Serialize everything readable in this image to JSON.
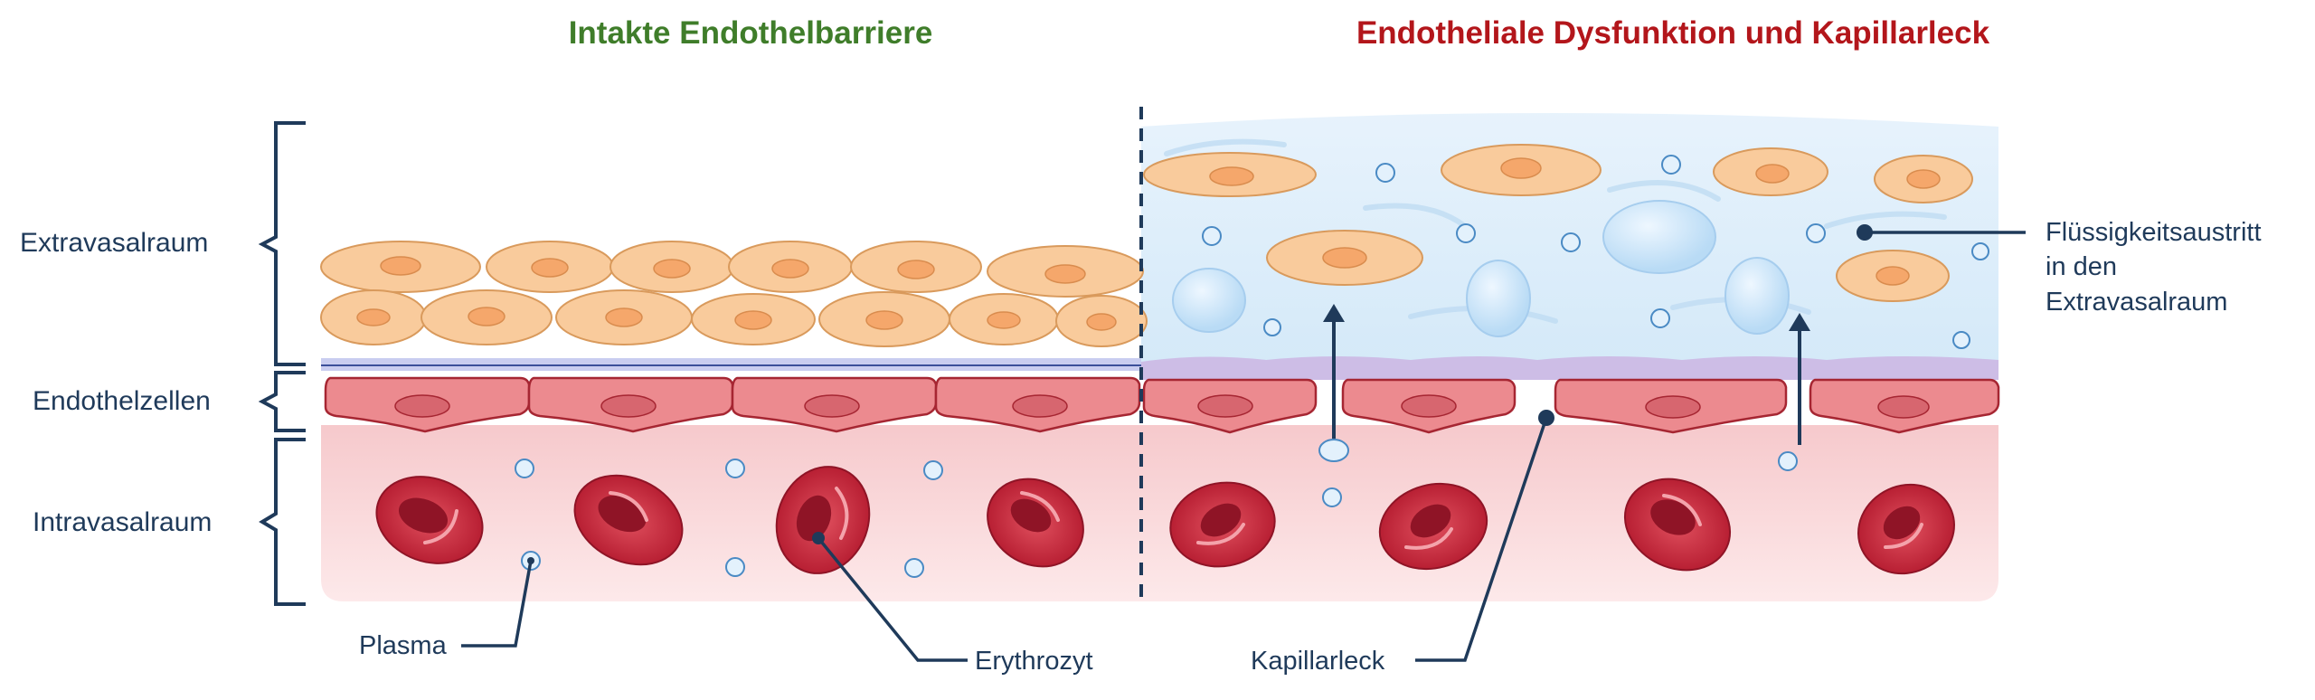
{
  "titles": {
    "left": "Intakte Endothelbarriere",
    "right": "Endotheliale Dysfunktion und Kapillarleck"
  },
  "regions": {
    "extravascular": "Extravasalraum",
    "endothelial": "Endothelzellen",
    "intravascular": "Intravasalraum"
  },
  "callouts": {
    "plasma": "Plasma",
    "erythrocyte": "Erythrozyt",
    "leak": "Kapillarleck",
    "fluid_line1": "Flüssigkeitsaustritt",
    "fluid_line2": "in den",
    "fluid_line3": "Extravasalraum"
  },
  "colors": {
    "left_title": "#3f7d2a",
    "right_title": "#b3161b",
    "label_navy": "#1f3a5a",
    "tissue_orange": "#f9c896",
    "endothelium_red": "#e8787f",
    "erythrocyte_red": "#c8293a",
    "edema_blue": "#d9ecfa"
  }
}
